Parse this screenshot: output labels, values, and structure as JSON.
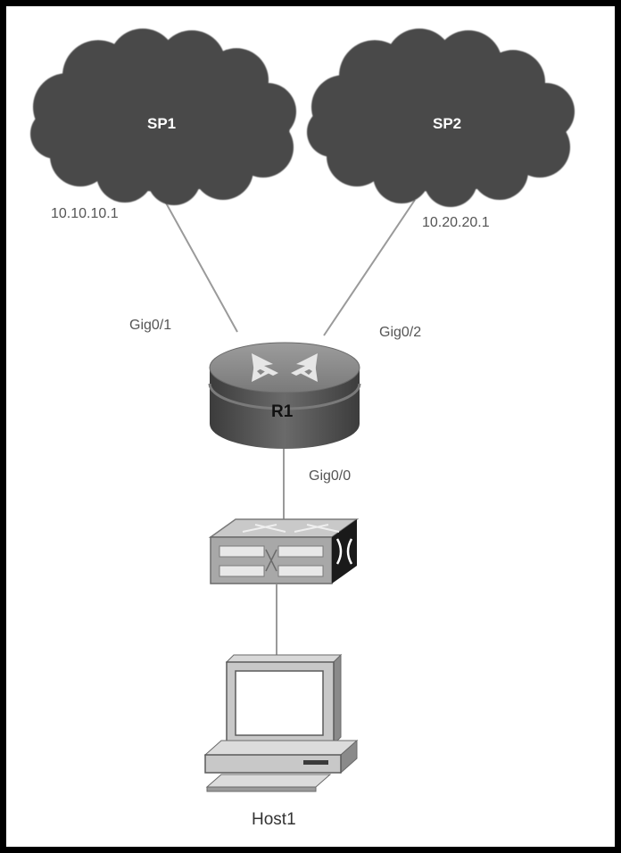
{
  "nodes": {
    "sp1": {
      "label": "SP1"
    },
    "sp2": {
      "label": "SP2"
    },
    "r1": {
      "label": "R1"
    },
    "switch": {
      "label": ""
    },
    "host1": {
      "label": "Host1"
    }
  },
  "links": [
    {
      "from": "sp1",
      "to": "r1",
      "ip": "10.10.10.1",
      "interface": "Gig0/1"
    },
    {
      "from": "sp2",
      "to": "r1",
      "ip": "10.20.20.1",
      "interface": "Gig0/2"
    },
    {
      "from": "r1",
      "to": "switch",
      "interface": "Gig0/0"
    },
    {
      "from": "switch",
      "to": "host1"
    }
  ],
  "colors": {
    "cloud": "#4a4a4a",
    "router_top": "#8e8e8e",
    "router_body": "#5c5c5c",
    "switch_face": "#a8a8a8",
    "host_body": "#c8c8c8",
    "link": "#9a9a9a",
    "label_text": "#555555"
  }
}
